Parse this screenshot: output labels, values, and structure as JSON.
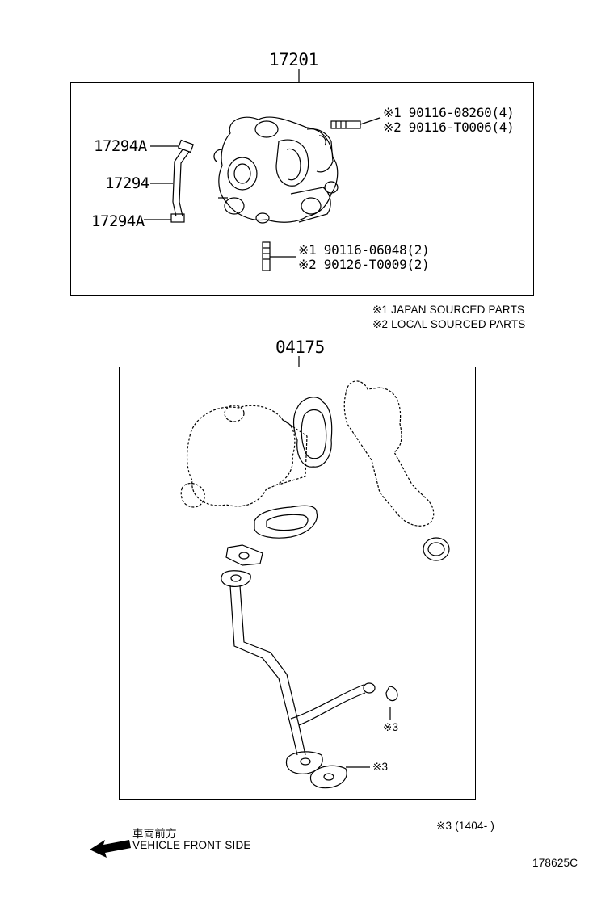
{
  "top_section": {
    "assembly_number": "17201",
    "hose_clamp_upper": "17294A",
    "hose": "17294",
    "hose_clamp_lower": "17294A",
    "stud_top_1": "※1 90116-08260(4)",
    "stud_top_2": "※2 90116-T0006(4)",
    "stud_bottom_1": "※1 90116-06048(2)",
    "stud_bottom_2": "※2 90126-T0009(2)"
  },
  "notes": {
    "note_1": "※1 JAPAN SOURCED PARTS",
    "note_2": "※2 LOCAL SOURCED PARTS"
  },
  "bottom_section": {
    "kit_number": "04175",
    "mark_3_a": "※3",
    "mark_3_b": "※3"
  },
  "footer": {
    "date_note": "※3 (1404-      )",
    "direction_jp": "車両前方",
    "direction_en": "VEHICLE FRONT SIDE",
    "illustration_id": "178625C"
  },
  "icons": {
    "front_arrow": "left-arrow-icon"
  }
}
